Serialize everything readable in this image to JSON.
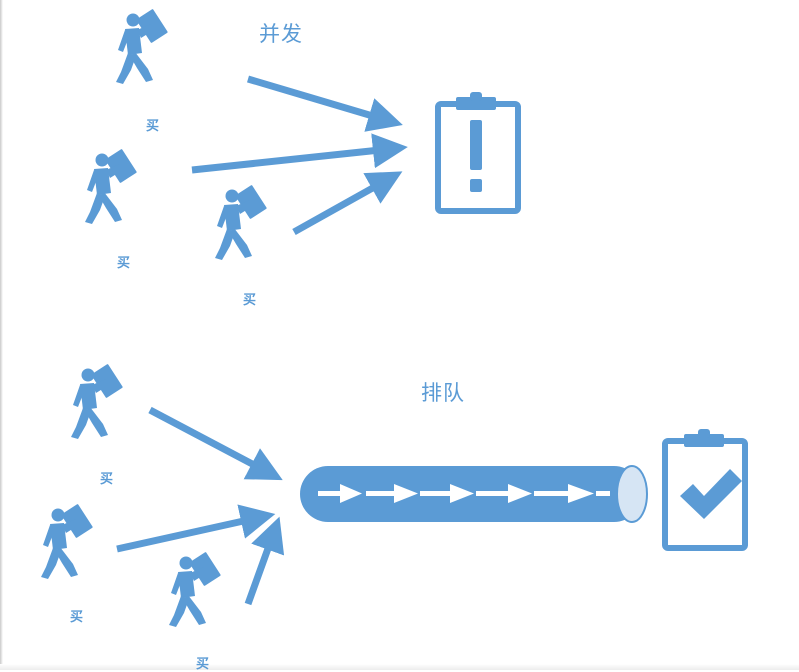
{
  "colors": {
    "accent": "#5b9bd5",
    "pipe_face": "#d6e5f4",
    "background": "#ffffff"
  },
  "top_section": {
    "title": "并发",
    "person_icon": "person-carrying-box-icon",
    "buyer_labels": [
      "买",
      "买",
      "买"
    ],
    "target_icon": "clipboard-exclamation-icon"
  },
  "bottom_section": {
    "title": "排队",
    "person_icon": "person-carrying-box-icon",
    "buyer_labels": [
      "买",
      "买",
      "买"
    ],
    "queue_icon": "queue-pipe-icon",
    "target_icon": "clipboard-check-icon"
  }
}
